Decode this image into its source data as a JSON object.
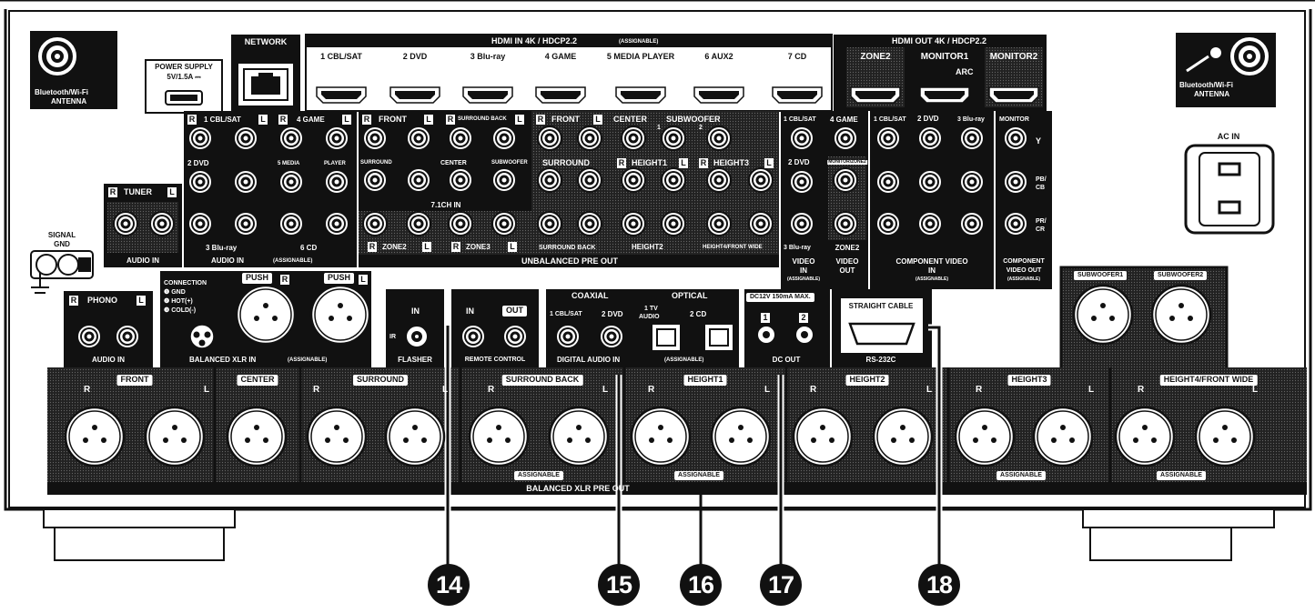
{
  "antenna_left": {
    "label_line1": "Bluetooth/Wi-Fi",
    "label_line2": "ANTENNA"
  },
  "antenna_right": {
    "label_line1": "Bluetooth/Wi-Fi",
    "label_line2": "ANTENNA"
  },
  "power_supply": {
    "line1": "POWER SUPPLY",
    "line2": "5V/1.5A ⎓"
  },
  "network": {
    "label": "NETWORK"
  },
  "hdmi_in": {
    "title": "HDMI IN   4K / HDCP2.2",
    "assignable": "(ASSIGNABLE)",
    "ports": [
      "1 CBL/SAT",
      "2 DVD",
      "3 Blu-ray",
      "4 GAME",
      "5 MEDIA PLAYER",
      "6 AUX2",
      "7 CD"
    ]
  },
  "hdmi_out": {
    "title": "HDMI OUT   4K / HDCP2.2",
    "ports": [
      "ZONE2",
      "MONITOR1",
      "MONITOR2"
    ],
    "arc": "ARC"
  },
  "ac_in": {
    "label": "AC IN"
  },
  "signal_gnd": {
    "line1": "SIGNAL",
    "line2": "GND"
  },
  "tuner": {
    "label": "TUNER",
    "section": "AUDIO IN"
  },
  "audio_in": {
    "inputs": [
      "1 CBL/SAT",
      "4 GAME",
      "2 DVD",
      "5 MEDIA",
      "PLAYER",
      "3 Blu-ray",
      "6 CD"
    ],
    "section": "AUDIO IN",
    "assignable": "(ASSIGNABLE)"
  },
  "ch71_in": {
    "front": "FRONT",
    "surround_back": "SURROUND BACK",
    "surround": "SURROUND",
    "center": "CENTER",
    "subwoofer": "SUBWOOFER",
    "section": "7.1CH IN"
  },
  "pre_out": {
    "front": "FRONT",
    "center": "CENTER",
    "subwoofer": "SUBWOOFER",
    "sub1": "1",
    "sub2": "2",
    "surround": "SURROUND",
    "height1": "HEIGHT1",
    "height3": "HEIGHT3",
    "zone2": "ZONE2",
    "zone3": "ZONE3",
    "surround_back": "SURROUND BACK",
    "height2": "HEIGHT2",
    "height4": "HEIGHT4/FRONT WIDE",
    "section": "UNBALANCED PRE OUT"
  },
  "video_in": {
    "ports": [
      "1 CBL/SAT",
      "4 GAME",
      "2 DVD",
      "3 Blu-ray"
    ],
    "section": "VIDEO",
    "section2": "IN",
    "assignable": "(ASSIGNABLE)"
  },
  "video_out": {
    "monitor_zone": "MONITOR/ZONE2",
    "zone2": "ZONE2",
    "section": "VIDEO",
    "section2": "OUT"
  },
  "component_in": {
    "ports": [
      "1 CBL/SAT",
      "2 DVD",
      "3 Blu-ray"
    ],
    "section": "COMPONENT VIDEO",
    "section2": "IN",
    "assignable": "(ASSIGNABLE)"
  },
  "component_out": {
    "monitor": "MONITOR",
    "y": "Y",
    "pb": "PB/",
    "cb": "CB",
    "pr": "PR/",
    "cr": "CR",
    "section": "COMPONENT",
    "section2": "VIDEO OUT",
    "assignable": "(ASSIGNABLE)"
  },
  "phono": {
    "label": "PHONO",
    "section": "AUDIO IN"
  },
  "balanced_in": {
    "connection": "CONNECTION",
    "gnd": "❶ GND",
    "hot": "❷ HOT(+)",
    "cold": "❸ COLD(-)",
    "push": "PUSH",
    "section": "BALANCED XLR IN",
    "assignable": "(ASSIGNABLE)"
  },
  "flasher": {
    "in": "IN",
    "ir": "IR",
    "section": "FLASHER"
  },
  "remote": {
    "in": "IN",
    "out": "OUT",
    "section": "REMOTE CONTROL"
  },
  "digital_in": {
    "coaxial": "COAXIAL",
    "optical": "OPTICAL",
    "ports": [
      "1 CBL/SAT",
      "2 DVD",
      "1 TV",
      "AUDIO",
      "2 CD"
    ],
    "section": "DIGITAL AUDIO IN",
    "assignable": "(ASSIGNABLE)"
  },
  "dc_out": {
    "spec": "DC12V 150mA MAX.",
    "p1": "1",
    "p2": "2",
    "section": "DC OUT"
  },
  "rs232": {
    "cable": "STRAIGHT CABLE",
    "section": "RS-232C"
  },
  "sub_xlr": {
    "sub1": "SUBWOOFER1",
    "sub2": "SUBWOOFER2"
  },
  "balanced_out": {
    "groups": [
      "FRONT",
      "CENTER",
      "SURROUND",
      "SURROUND BACK",
      "HEIGHT1",
      "HEIGHT2",
      "HEIGHT3",
      "HEIGHT4/FRONT WIDE"
    ],
    "r": "R",
    "l": "L",
    "assignable": "ASSIGNABLE",
    "section": "BALANCED XLR PRE OUT"
  },
  "callouts": [
    "⓮",
    "⓯",
    "⓰",
    "⓱",
    "⓲"
  ],
  "callout_numbers": [
    "14",
    "15",
    "16",
    "17",
    "18"
  ]
}
